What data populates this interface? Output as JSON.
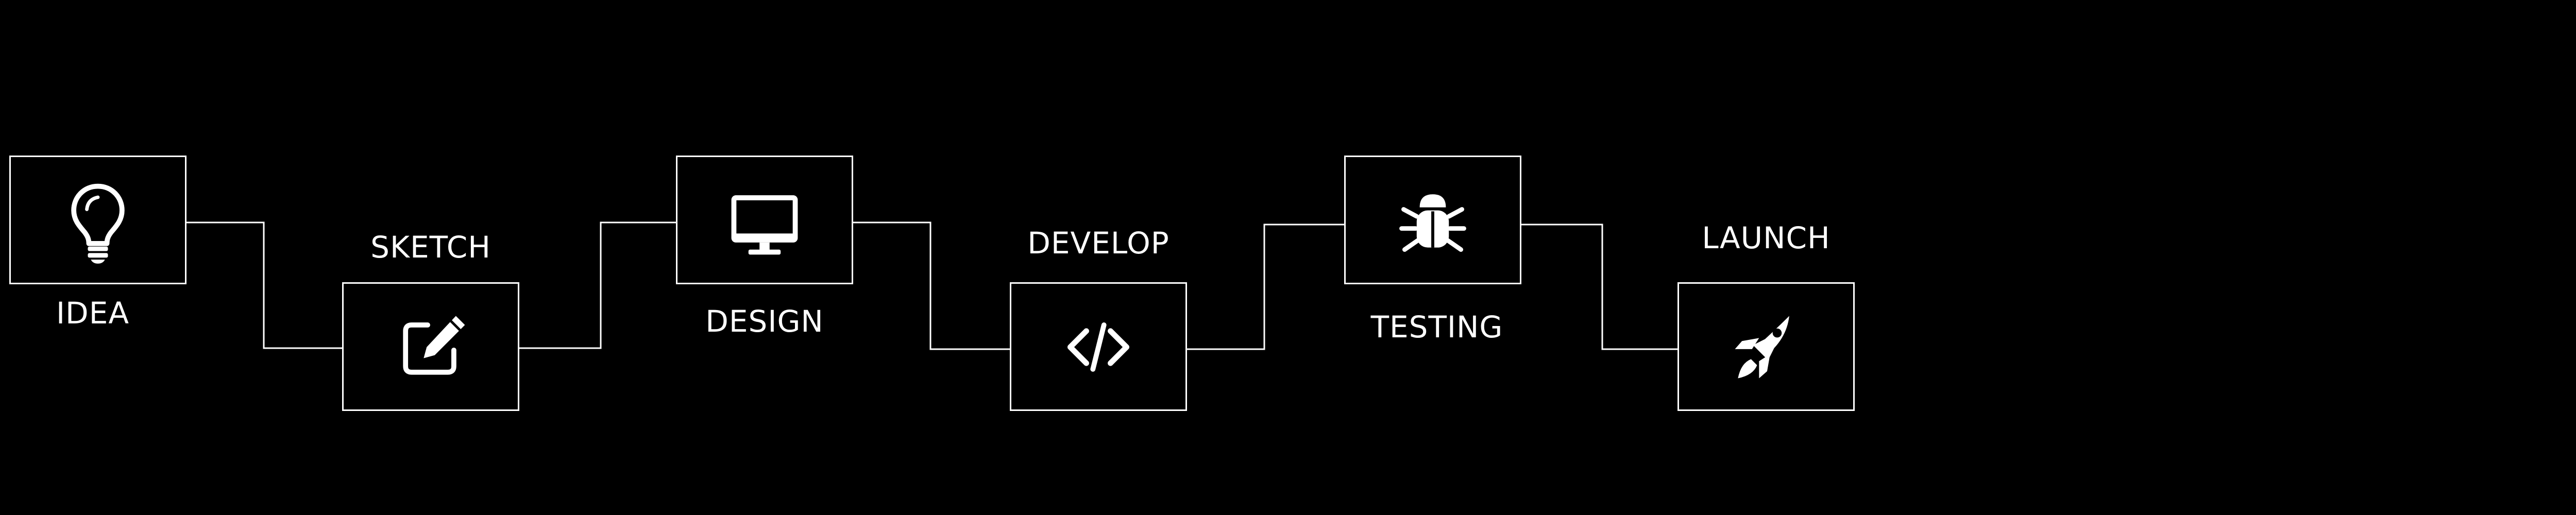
{
  "colors": {
    "background": "#000000",
    "foreground": "#ffffff"
  },
  "steps": [
    {
      "label": "IDEA",
      "icon": "lightbulb-icon"
    },
    {
      "label": "SKETCH",
      "icon": "edit-icon"
    },
    {
      "label": "DESIGN",
      "icon": "monitor-icon"
    },
    {
      "label": "DEVELOP",
      "icon": "code-icon"
    },
    {
      "label": "TESTING",
      "icon": "bug-icon"
    },
    {
      "label": "LAUNCH",
      "icon": "rocket-icon"
    }
  ]
}
